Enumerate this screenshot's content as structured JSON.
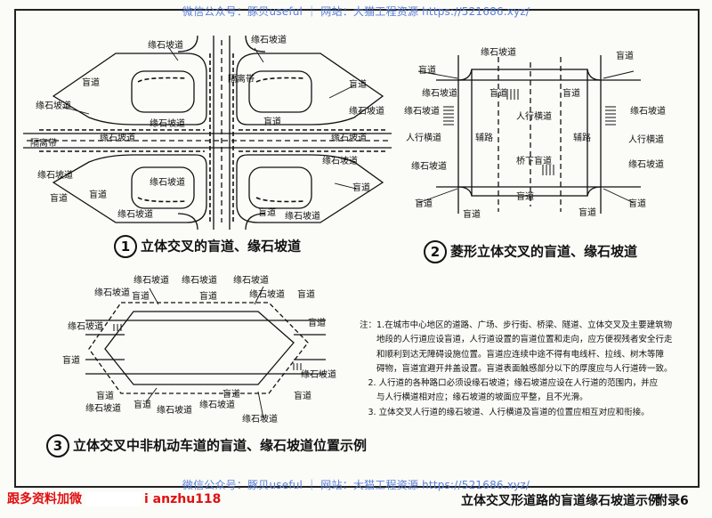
{
  "watermark": {
    "text": "微信公众号：豚贝useful ｜ 网站：大猫工程资源 https://521686.xyz/"
  },
  "diagram1": {
    "number": "1",
    "caption": "立体交叉的盲道、缘石坡道",
    "labels": {
      "curb1": "缘石坡道",
      "curb2": "缘石坡道",
      "blind1": "盲道",
      "divider1": "隔离带",
      "blind2": "盲道",
      "curb3": "缘石坡道",
      "curb4": "缘石坡道",
      "divider2": "隔离带",
      "curb5": "缘石坡道",
      "curb6": "缘石坡道",
      "blind3": "盲道",
      "curb7": "缘石坡道",
      "curb8": "缘石坡道",
      "blind4": "盲道",
      "curb9": "缘石坡道",
      "blind5": "盲道",
      "curb10": "缘石坡道",
      "blind6": "盲道",
      "curb11": "缘石坡道",
      "blind7": "盲道",
      "curb12": "缘石坡道"
    }
  },
  "diagram2": {
    "number": "2",
    "caption": "菱形立体交叉的盲道、缘石坡道",
    "labels": {
      "blind_tl": "盲道",
      "curb_tl": "缘石坡道",
      "curb_t": "缘石坡道",
      "blind_tr": "盲道",
      "curb_l": "缘石坡道",
      "curb_r": "缘石坡道",
      "crosswalk_mid": "人行横道",
      "crosswalk_l": "人行横道",
      "crosswalk_r": "人行横道",
      "aux_l": "辅路",
      "aux_r": "辅路",
      "under_bridge": "桥下盲道",
      "curb_bl": "缘石坡道",
      "curb_br": "缘石坡道",
      "blind_bl": "盲道",
      "blind_bm": "盲道",
      "blind_br": "盲道",
      "blind_b2": "盲道",
      "blind_b3": "盲道",
      "blind_m1": "盲道",
      "blind_m2": "盲道"
    }
  },
  "diagram3": {
    "number": "3",
    "caption": "立体交叉中非机动车道的盲道、缘石坡道位置示例",
    "labels": {
      "t1": "缘石坡道",
      "t2": "缘石坡道",
      "t3": "缘石坡道",
      "t4": "缘石坡道",
      "t5": "盲道",
      "t6": "盲道",
      "t7": "缘石坡道",
      "t8": "盲道",
      "l1": "缘石坡道",
      "l2": "盲道",
      "b1": "盲道",
      "b2": "缘石坡道",
      "b3": "盲道",
      "b4": "缘石坡道",
      "b5": "缘石坡道",
      "b6": "缘石坡道",
      "b7": "盲道",
      "b8": "盲道",
      "b9": "盲道",
      "b10": "缘石坡道"
    }
  },
  "notes": {
    "lines": [
      "注：1.在城市中心地区的道路、广场、步行街、桥梁、隧道、立体交叉及主要建筑物",
      "　　地段的人行道应设盲道，人行道设置的盲道位置和走向，应方便视残者安全行走",
      "　　和顺利到达无障碍设施位置。盲道应连续中途不得有电线杆、拉线、树木等障",
      "　　碍物，盲道宜避开井盖设置。盲道表面触感部分以下的厚度应与人行道砖一致。",
      "　2. 人行道的各种路口必须设缘石坡道；缘石坡道应设在人行道的范围内，并应",
      "　　与人行横道相对应；缘石坡道的坡面应平整，且不光滑。",
      "　3. 立体交叉人行道的缘石坡道、人行横道及盲道的位置应相互对应和衔接。"
    ]
  },
  "footer": {
    "title": "立体交叉形道路的盲道缘石坡道示例",
    "appendix": "附录6",
    "promo_left": "跟多资料加微",
    "promo_right": "i anzhu118"
  }
}
